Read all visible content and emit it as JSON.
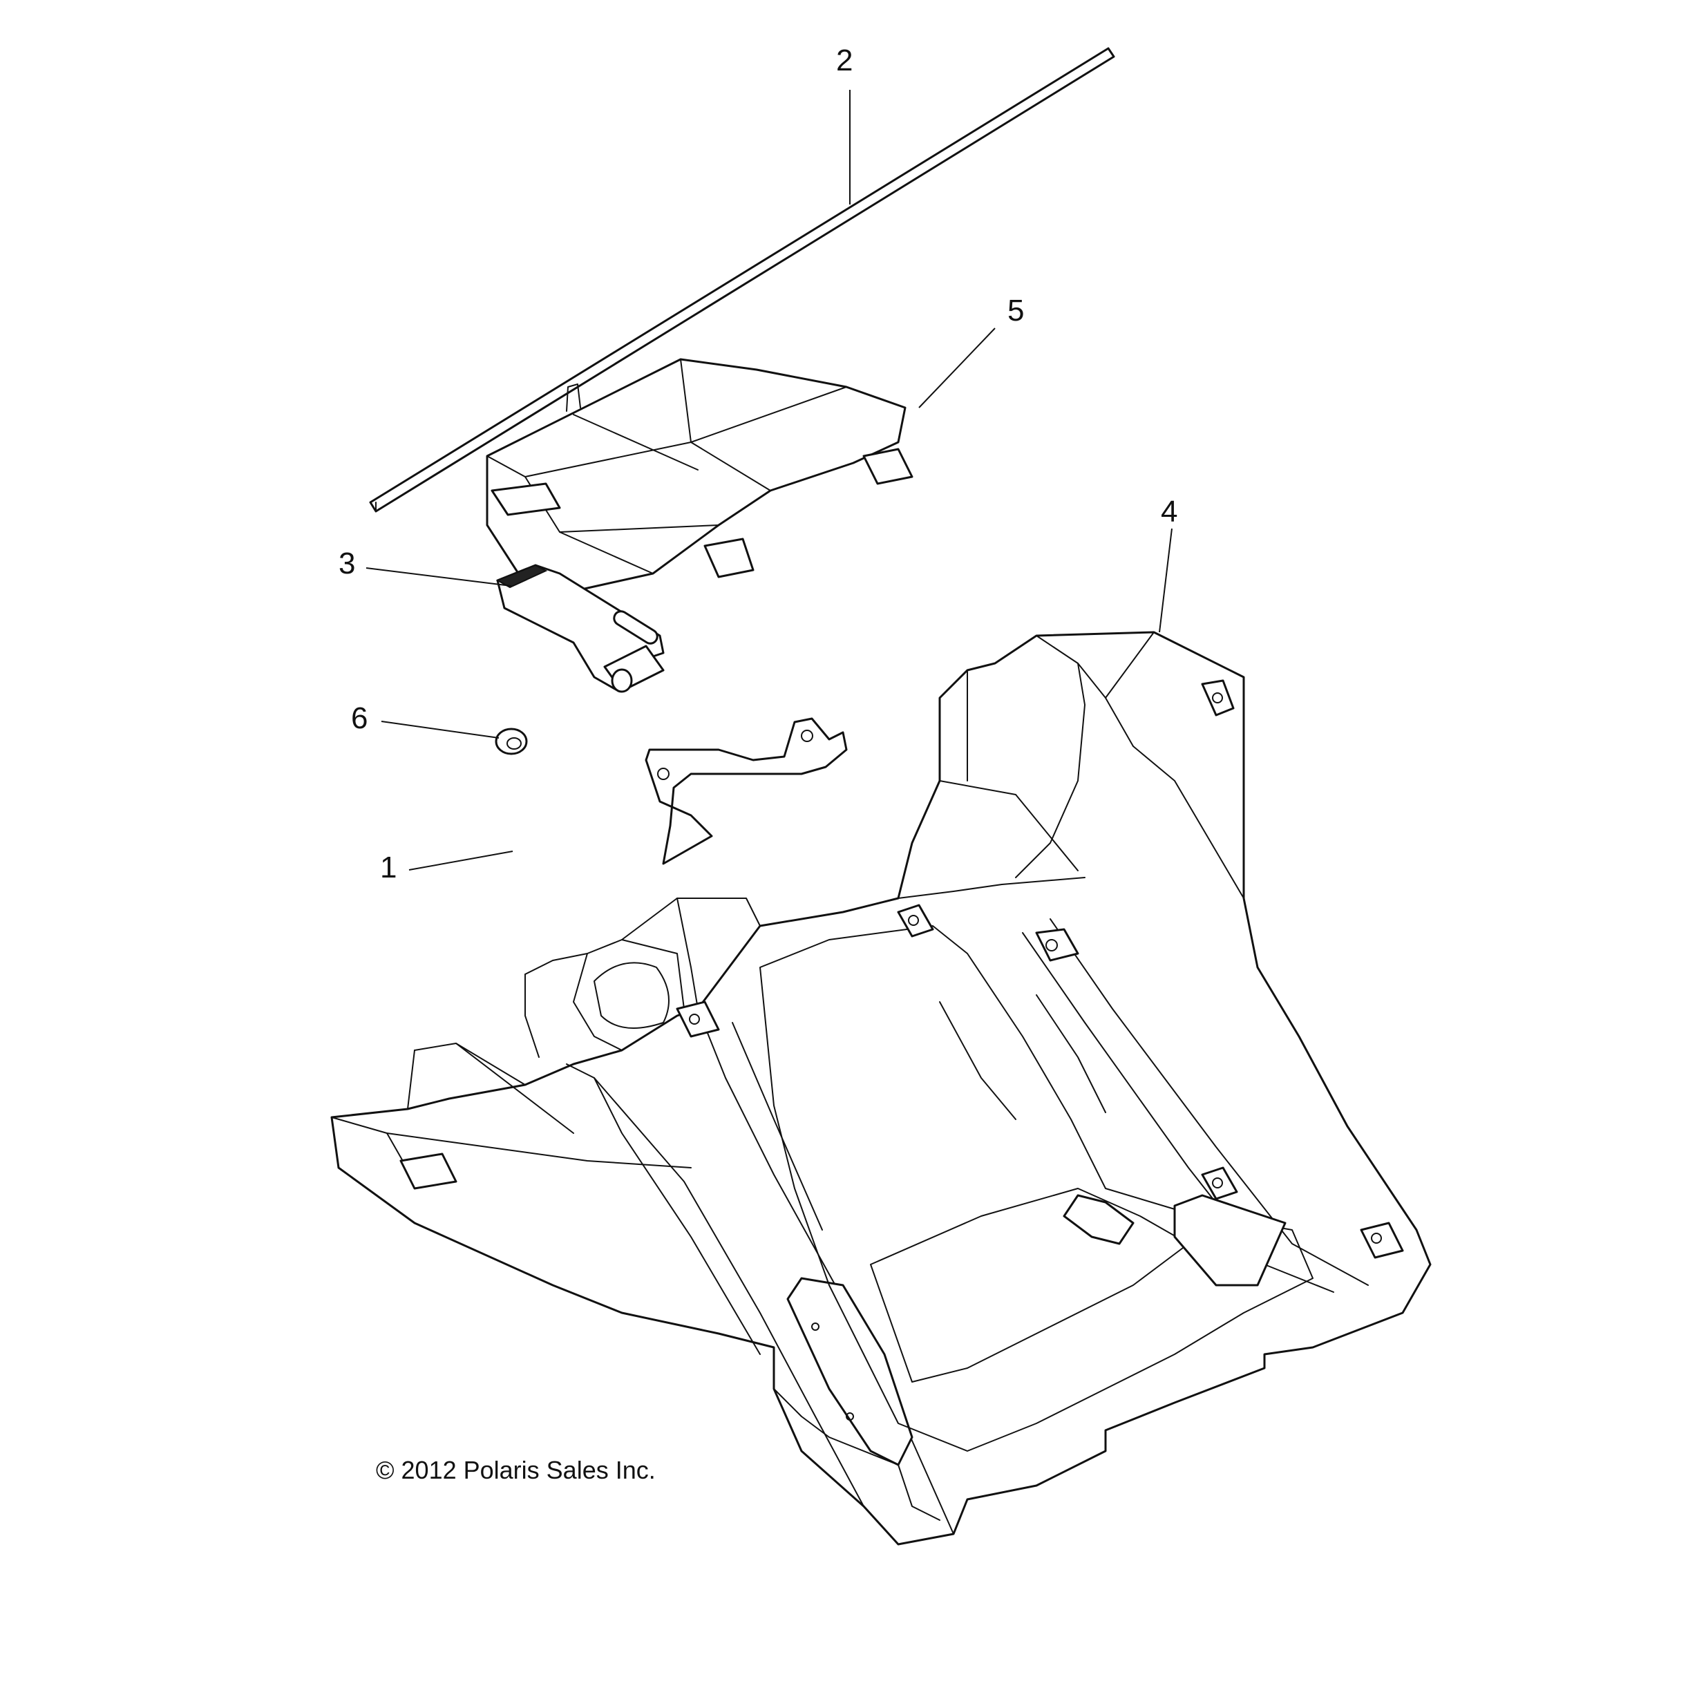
{
  "callouts": {
    "c1": "1",
    "c2": "2",
    "c3": "3",
    "c4": "4",
    "c5": "5",
    "c6": "6"
  },
  "copyright": "© 2012 Polaris Sales Inc.",
  "colors": {
    "line": "#111111",
    "background": "#ffffff"
  }
}
